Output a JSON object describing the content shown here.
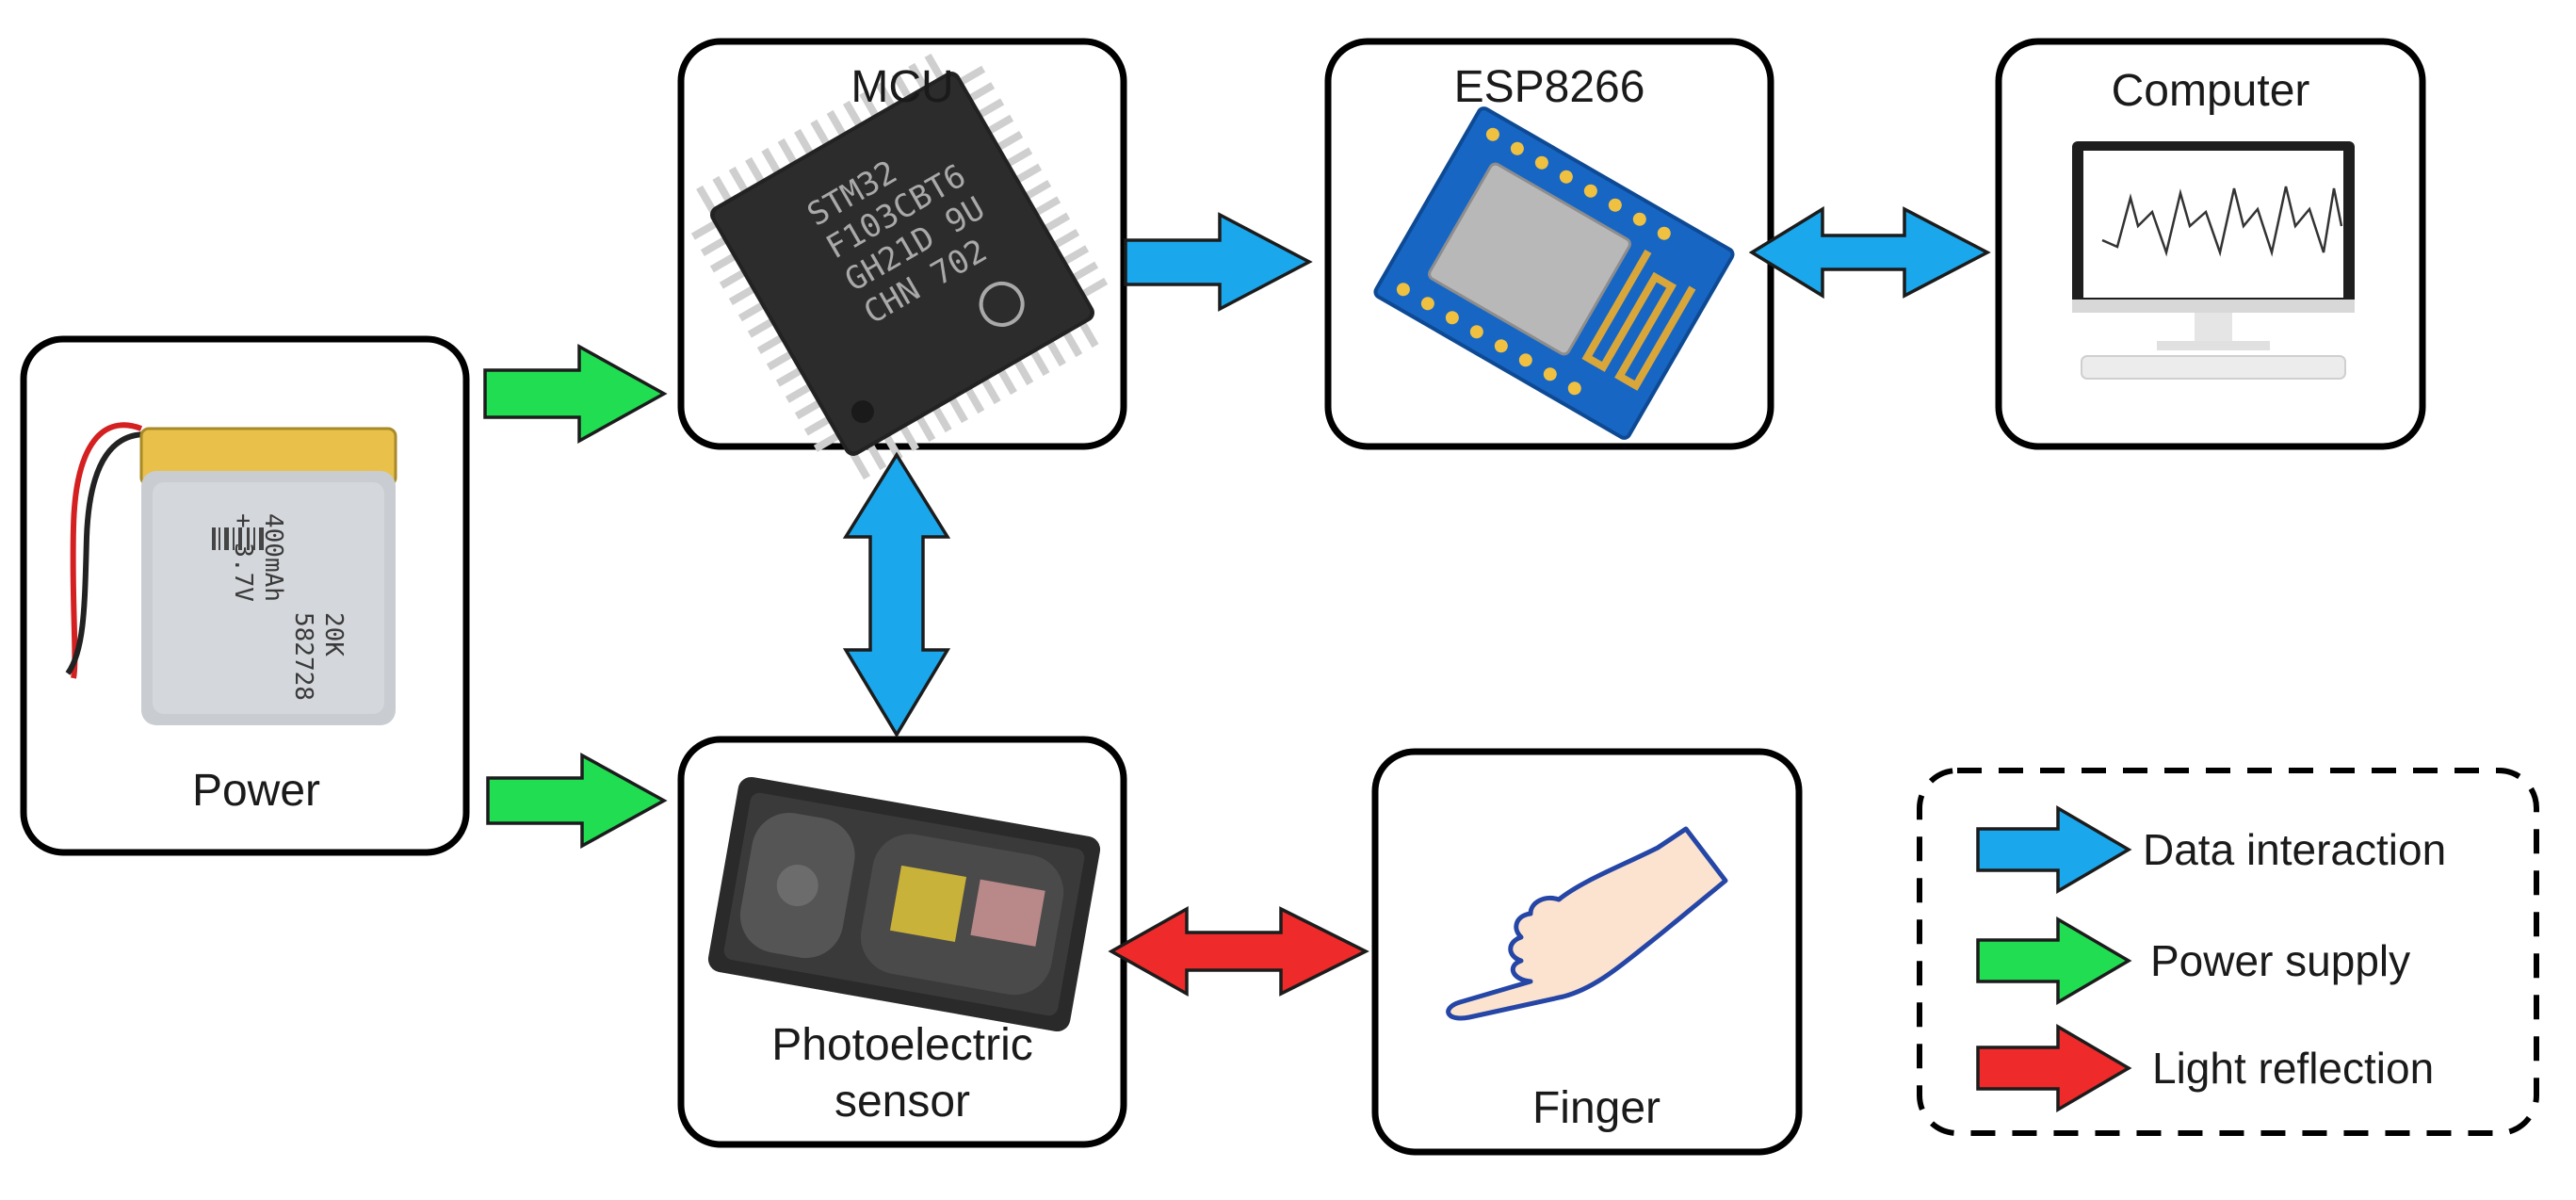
{
  "nodes": {
    "mcu": {
      "label": "MCU",
      "chip_lines": [
        "STM32",
        "F103CBT6",
        "GH21D 9U",
        "CHN 702"
      ]
    },
    "esp": {
      "label": "ESP8266"
    },
    "computer": {
      "label": "Computer"
    },
    "power": {
      "label": "Power",
      "battery_lines": [
        "+ 3.7V",
        "400mAh",
        "582728",
        "20K"
      ]
    },
    "sensor": {
      "label_line1": "Photoelectric",
      "label_line2": "sensor"
    },
    "finger": {
      "label": "Finger"
    }
  },
  "legend": {
    "items": [
      {
        "label": "Data interaction",
        "color": "#1aa7ec"
      },
      {
        "label": "Power supply",
        "color": "#21dd52"
      },
      {
        "label": "Light reflection",
        "color": "#ee2a2a"
      }
    ]
  },
  "colors": {
    "data": "#1aa7ec",
    "power": "#21dd52",
    "light": "#ee2a2a"
  },
  "icons": [
    "mcu-chip-icon",
    "esp8266-module-icon",
    "computer-monitor-icon",
    "lipo-battery-icon",
    "photoelectric-sensor-icon",
    "pointing-finger-icon"
  ]
}
